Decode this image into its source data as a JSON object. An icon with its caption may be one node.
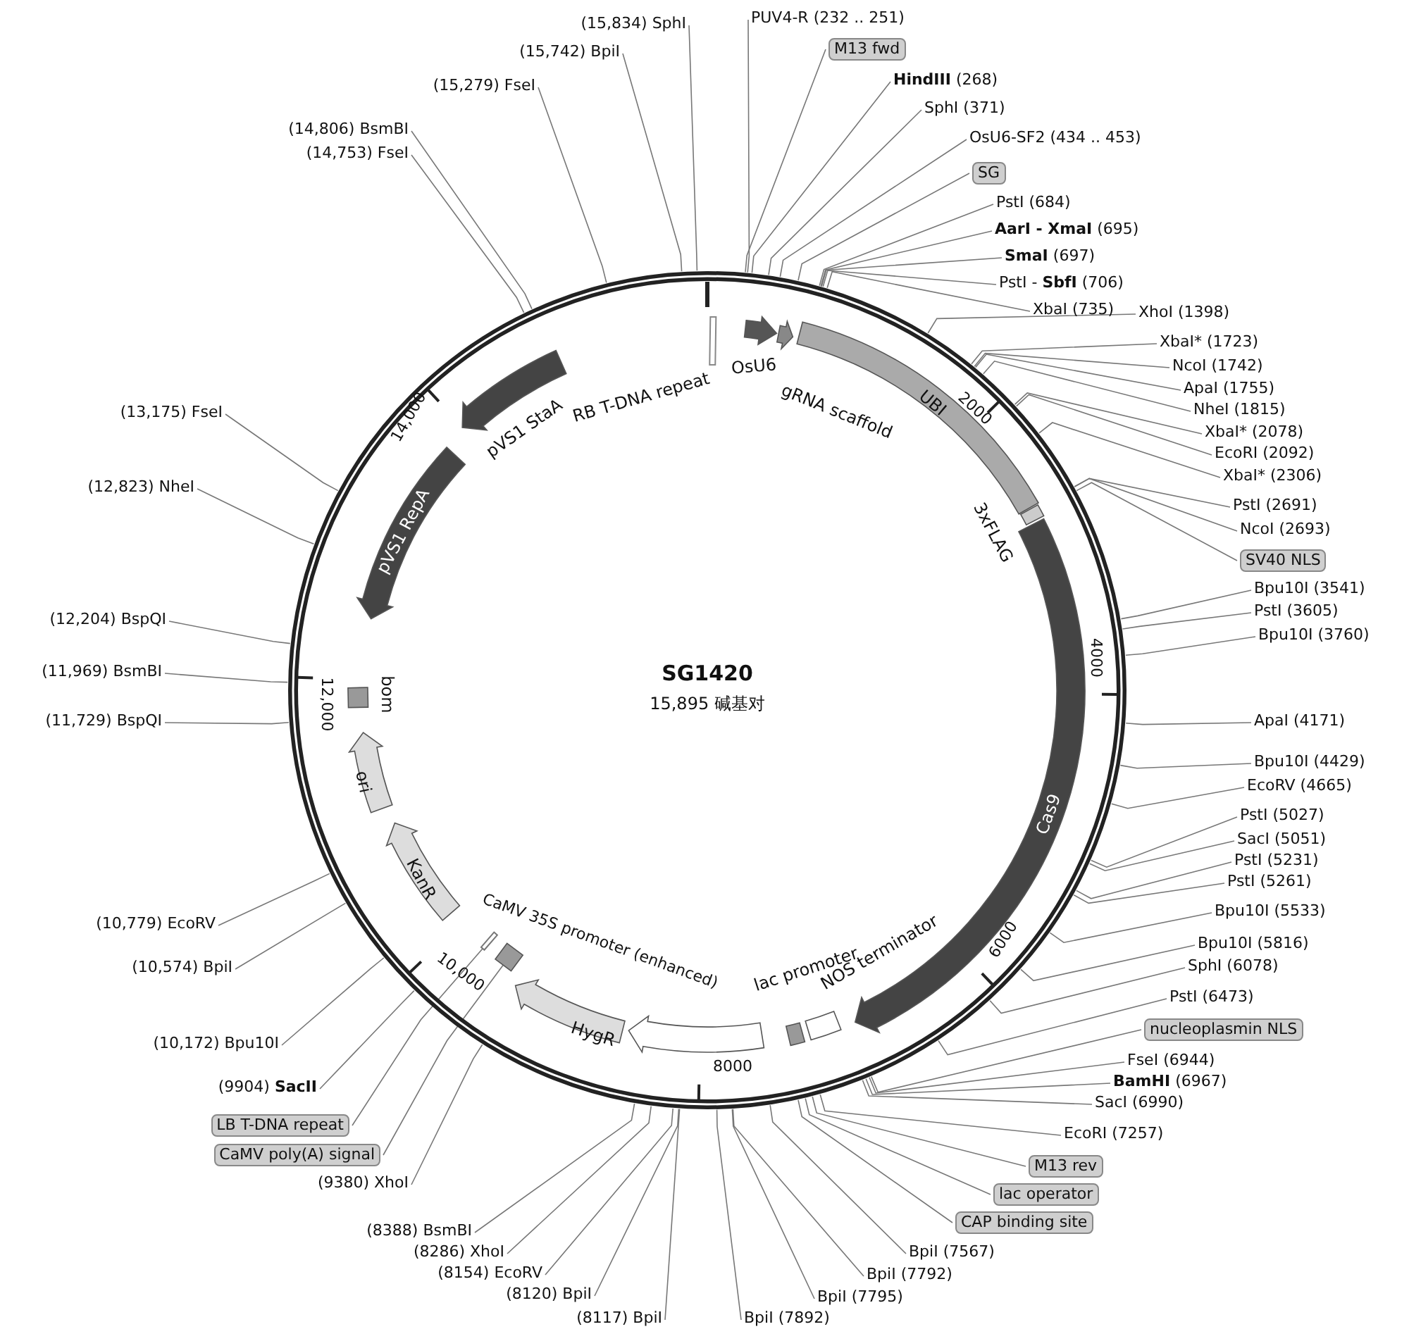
{
  "diagram": {
    "title": "SG1420",
    "nodes": [
      {
        "text": [
          "PUV4-R (232 .. 251)"
        ]
      },
      {
        "text": [
          "M13 fwd"
        ]
      },
      {
        "text": [
          "**HindIII** (268)"
        ]
      },
      {
        "text": [
          "SphI (371)"
        ]
      },
      {
        "text": [
          "OsU6-SF2 (434 .. 453)"
        ]
      },
      {
        "text": [
          "SG"
        ]
      },
      {
        "text": [
          "PstI (684)"
        ]
      },
      {
        "text": [
          "**AarI - XmaI** (695)"
        ]
      },
      {
        "text": [
          "**SmaI** (697)"
        ]
      },
      {
        "text": [
          "PstI - **SbfI** (706)"
        ]
      },
      {
        "text": [
          "XbaI (735)"
        ]
      },
      {
        "text": [
          "XhoI (1398)"
        ]
      },
      {
        "text": [
          "XbaI* (1723)"
        ]
      },
      {
        "text": [
          "NcoI (1742)"
        ]
      },
      {
        "text": [
          "ApaI (1755)"
        ]
      },
      {
        "text": [
          "NheI (1815)"
        ]
      },
      {
        "text": [
          "XbaI* (2078)"
        ]
      },
      {
        "text": [
          "EcoRI (2092)"
        ]
      },
      {
        "text": [
          "XbaI* (2306)"
        ]
      },
      {
        "text": [
          "PstI (2691)"
        ]
      },
      {
        "text": [
          "NcoI (2693)"
        ]
      },
      {
        "text": [
          "SV40 NLS"
        ]
      },
      {
        "text": [
          "Bpu10I (3541)"
        ]
      },
      {
        "text": [
          "PstI (3605)"
        ]
      },
      {
        "text": [
          "Bpu10I (3760)"
        ]
      },
      {
        "text": [
          "ApaI (4171)"
        ]
      },
      {
        "text": [
          "Bpu10I (4429)"
        ]
      },
      {
        "text": [
          "EcoRV (4665)"
        ]
      },
      {
        "text": [
          "PstI (5027)"
        ]
      },
      {
        "text": [
          "SacI (5051)"
        ]
      },
      {
        "text": [
          "PstI (5231)"
        ]
      },
      {
        "text": [
          "PstI (5261)"
        ]
      },
      {
        "text": [
          "Bpu10I (5533)"
        ]
      },
      {
        "text": [
          "Bpu10I (5816)"
        ]
      },
      {
        "text": [
          "SphI (6078)"
        ]
      },
      {
        "text": [
          "PstI (6473)"
        ]
      },
      {
        "text": [
          "nucleoplasmin NLS"
        ]
      },
      {
        "text": [
          "FseI (6944)"
        ]
      },
      {
        "text": [
          "**BamHI** (6967)"
        ]
      },
      {
        "text": [
          "SacI (6990)"
        ]
      },
      {
        "text": [
          "EcoRI (7257)"
        ]
      },
      {
        "text": [
          "M13 rev"
        ]
      },
      {
        "text": [
          "lac operator"
        ]
      },
      {
        "text": [
          "CAP binding site"
        ]
      },
      {
        "text": [
          "BpiI (7567)"
        ]
      },
      {
        "text": [
          "BpiI (7792)"
        ]
      },
      {
        "text": [
          "BpiI (7795)"
        ]
      },
      {
        "text": [
          "BpiI (7892)"
        ]
      },
      {
        "text": [
          "(8117) BpiI"
        ]
      },
      {
        "text": [
          "(8120) BpiI"
        ]
      },
      {
        "text": [
          "(8154) EcoRV"
        ]
      },
      {
        "text": [
          "(8286) XhoI"
        ]
      },
      {
        "text": [
          "(8388) BsmBI"
        ]
      },
      {
        "text": [
          "(9380) XhoI"
        ]
      },
      {
        "text": [
          "CaMV poly(A) signal"
        ]
      },
      {
        "text": [
          "LB T-DNA repeat"
        ]
      },
      {
        "text": [
          "(9904) **SacII**"
        ]
      },
      {
        "text": [
          "(10,172) Bpu10I"
        ]
      },
      {
        "text": [
          "(10,574) BpiI"
        ]
      },
      {
        "text": [
          "(10,779) EcoRV"
        ]
      },
      {
        "text": [
          "(11,729) BspQI"
        ]
      },
      {
        "text": [
          "(11,969) BsmBI"
        ]
      },
      {
        "text": [
          "(12,204) BspQI"
        ]
      },
      {
        "text": [
          "(12,823) NheI"
        ]
      },
      {
        "text": [
          "(13,175) FseI"
        ]
      },
      {
        "text": [
          "(14,753) FseI"
        ]
      },
      {
        "text": [
          "(14,806) BsmBI"
        ]
      },
      {
        "text": [
          "(15,279) FseI"
        ]
      },
      {
        "text": [
          "(15,742) BpiI"
        ]
      },
      {
        "text": [
          "(15,834) SphI"
        ]
      },
      {
        "text": [
          "RB T-DNA repeat"
        ]
      },
      {
        "text": [
          "OsU6"
        ]
      },
      {
        "text": [
          "gRNA scaffold"
        ]
      },
      {
        "text": [
          "UBI"
        ]
      },
      {
        "text": [
          "3xFLAG"
        ]
      },
      {
        "text": [
          "Cas9"
        ]
      },
      {
        "text": [
          "NOS terminator"
        ]
      },
      {
        "text": [
          "lac promoter"
        ]
      },
      {
        "text": [
          "CaMV 35S promoter (enhanced)"
        ]
      },
      {
        "text": [
          "HygR"
        ]
      },
      {
        "text": [],
        "shape": "box"
      },
      {
        "text": [],
        "shape": "bar"
      },
      {
        "text": [
          "KanR"
        ]
      },
      {
        "text": [
          "ori"
        ]
      },
      {
        "text": [
          "bom"
        ]
      },
      {
        "text": [
          "pVS1 RepA"
        ]
      },
      {
        "text": [
          "pVS1 StaA"
        ]
      }
    ],
    "edges": [
      {
        "from": 0,
        "to": null,
        "arrow": "none"
      },
      {
        "from": 1,
        "to": null,
        "arrow": "none"
      },
      {
        "from": 2,
        "to": null,
        "arrow": "none"
      },
      {
        "from": 3,
        "to": null,
        "arrow": "none"
      },
      {
        "from": 4,
        "to": null,
        "arrow": "none"
      },
      {
        "from": 5,
        "to": null,
        "arrow": "none"
      },
      {
        "from": 6,
        "to": null,
        "arrow": "none"
      },
      {
        "from": 7,
        "to": null,
        "arrow": "none"
      },
      {
        "from": 8,
        "to": null,
        "arrow": "none"
      },
      {
        "from": 9,
        "to": null,
        "arrow": "none"
      },
      {
        "from": 10,
        "to": null,
        "arrow": "none"
      },
      {
        "from": 11,
        "to": null,
        "arrow": "none"
      },
      {
        "from": 12,
        "to": null,
        "arrow": "none"
      },
      {
        "from": 13,
        "to": null,
        "arrow": "none"
      },
      {
        "from": 14,
        "to": null,
        "arrow": "none"
      },
      {
        "from": 15,
        "to": null,
        "arrow": "none"
      },
      {
        "from": 16,
        "to": null,
        "arrow": "none"
      },
      {
        "from": 17,
        "to": null,
        "arrow": "none"
      },
      {
        "from": 18,
        "to": null,
        "arrow": "none"
      },
      {
        "from": 19,
        "to": null,
        "arrow": "none"
      },
      {
        "from": 20,
        "to": null,
        "arrow": "none"
      },
      {
        "from": 21,
        "to": null,
        "arrow": "none"
      },
      {
        "from": 22,
        "to": null,
        "arrow": "none"
      },
      {
        "from": 23,
        "to": null,
        "arrow": "none"
      },
      {
        "from": 24,
        "to": null,
        "arrow": "none"
      },
      {
        "from": 25,
        "to": null,
        "arrow": "none"
      },
      {
        "from": 26,
        "to": null,
        "arrow": "none"
      },
      {
        "from": 27,
        "to": null,
        "arrow": "none"
      },
      {
        "from": 28,
        "to": null,
        "arrow": "none"
      },
      {
        "from": 29,
        "to": null,
        "arrow": "none"
      },
      {
        "from": 30,
        "to": null,
        "arrow": "none"
      },
      {
        "from": 31,
        "to": null,
        "arrow": "none"
      },
      {
        "from": 32,
        "to": null,
        "arrow": "none"
      },
      {
        "from": 33,
        "to": null,
        "arrow": "none"
      },
      {
        "from": 34,
        "to": null,
        "arrow": "none"
      },
      {
        "from": 35,
        "to": null,
        "arrow": "none"
      },
      {
        "from": 36,
        "to": null,
        "arrow": "none"
      },
      {
        "from": 37,
        "to": null,
        "arrow": "none"
      },
      {
        "from": 38,
        "to": null,
        "arrow": "none"
      },
      {
        "from": 39,
        "to": null,
        "arrow": "none"
      },
      {
        "from": 40,
        "to": null,
        "arrow": "none"
      },
      {
        "from": 41,
        "to": null,
        "arrow": "none"
      },
      {
        "from": 42,
        "to": null,
        "arrow": "none"
      },
      {
        "from": 43,
        "to": null,
        "arrow": "none"
      },
      {
        "from": 44,
        "to": null,
        "arrow": "none"
      },
      {
        "from": 45,
        "to": null,
        "arrow": "none"
      },
      {
        "from": 46,
        "to": null,
        "arrow": "none"
      },
      {
        "from": 47,
        "to": null,
        "arrow": "none"
      },
      {
        "from": 48,
        "to": null,
        "arrow": "none"
      },
      {
        "from": 49,
        "to": null,
        "arrow": "none"
      },
      {
        "from": 50,
        "to": null,
        "arrow": "none"
      },
      {
        "from": 51,
        "to": null,
        "arrow": "none"
      },
      {
        "from": 52,
        "to": null,
        "arrow": "none"
      },
      {
        "from": 53,
        "to": null,
        "arrow": "none"
      },
      {
        "from": 54,
        "to": 80,
        "arrow": "none"
      },
      {
        "from": 55,
        "to": 81,
        "arrow": "none"
      },
      {
        "from": 56,
        "to": null,
        "arrow": "none"
      },
      {
        "from": 57,
        "to": null,
        "arrow": "none"
      },
      {
        "from": 58,
        "to": null,
        "arrow": "none"
      },
      {
        "from": 59,
        "to": null,
        "arrow": "none"
      },
      {
        "from": 60,
        "to": null,
        "arrow": "none"
      },
      {
        "from": 61,
        "to": null,
        "arrow": "none"
      },
      {
        "from": 62,
        "to": null,
        "arrow": "none"
      },
      {
        "from": 63,
        "to": null,
        "arrow": "none"
      },
      {
        "from": 64,
        "to": null,
        "arrow": "none"
      },
      {
        "from": 65,
        "to": null,
        "arrow": "none"
      },
      {
        "from": 66,
        "to": null,
        "arrow": "none"
      },
      {
        "from": 67,
        "to": null,
        "arrow": "none"
      },
      {
        "from": 68,
        "to": null,
        "arrow": "none"
      },
      {
        "from": 69,
        "to": null,
        "arrow": "none"
      }
    ],
    "labels": [
      "15,895 碱基对",
      "2000",
      "4000",
      "6000",
      "8000",
      "10,000",
      "12,000",
      "14,000"
    ]
  }
}
